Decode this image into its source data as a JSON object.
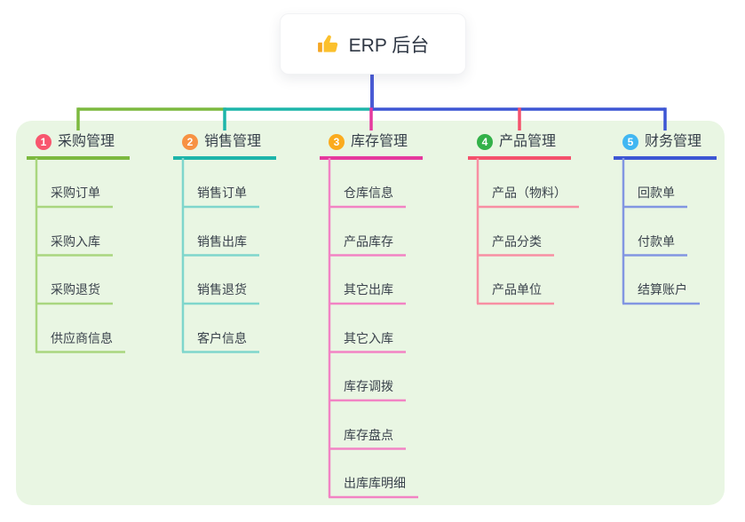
{
  "root": {
    "label": "ERP 后台",
    "icon": "thumbs-up-icon"
  },
  "theme": {
    "panel_bg": "#e9f6e3",
    "root_line_color": "#4a5bd5",
    "text_color": "#353e49"
  },
  "branches": [
    {
      "number": "1",
      "label": "采购管理",
      "circle_color": "#f8566e",
      "line_color": "#7cb93f",
      "light_line_color": "#a9d67f",
      "children": [
        "采购订单",
        "采购入库",
        "采购退货",
        "供应商信息"
      ]
    },
    {
      "number": "2",
      "label": "销售管理",
      "circle_color": "#f79243",
      "line_color": "#1db5aa",
      "light_line_color": "#7fd6cc",
      "children": [
        "销售订单",
        "销售出库",
        "销售退货",
        "客户信息"
      ]
    },
    {
      "number": "3",
      "label": "库存管理",
      "circle_color": "#fbab1e",
      "line_color": "#e5399e",
      "light_line_color": "#f283c4",
      "children": [
        "仓库信息",
        "产品库存",
        "其它出库",
        "其它入库",
        "库存调拨",
        "库存盘点",
        "出库库明细"
      ]
    },
    {
      "number": "4",
      "label": "产品管理",
      "circle_color": "#33b149",
      "line_color": "#f4516c",
      "light_line_color": "#f88fa3",
      "children": [
        "产品（物料）",
        "产品分类",
        "产品单位"
      ]
    },
    {
      "number": "5",
      "label": "财务管理",
      "circle_color": "#41b7f2",
      "line_color": "#3d56d4",
      "light_line_color": "#8296e2",
      "children": [
        "回款单",
        "付款单",
        "结算账户"
      ]
    }
  ]
}
